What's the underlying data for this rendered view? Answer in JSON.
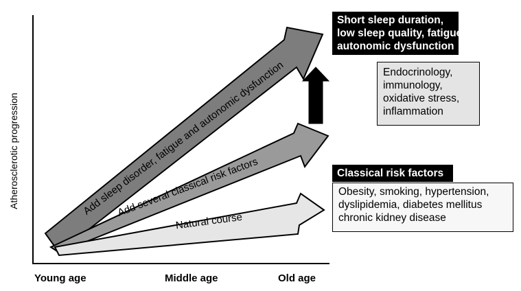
{
  "axes": {
    "y_label": "Atherosclerotic progression",
    "x_ticks": [
      "Young age",
      "Middle age",
      "Old age"
    ]
  },
  "arrows": [
    {
      "label": "Natural course",
      "fill": "#e6e6e6"
    },
    {
      "label": "Add several classical risk factors",
      "fill": "#9a9a9a"
    },
    {
      "label": "Add sleep disorder, fatigue and autonomic dysfunction",
      "fill": "#7d7d7d"
    }
  ],
  "boxes": {
    "sleep_header": [
      "Short sleep duration,",
      "low sleep quality, fatigue,",
      "autonomic dysfunction"
    ],
    "mechanisms": [
      "Endocrinology,",
      "immunology,",
      "oxidative stress,",
      "inflammation"
    ],
    "classical_header": [
      "Classical risk factors"
    ],
    "classical_list": [
      "Obesity, smoking, hypertension,",
      "dyslipidemia, diabetes mellitus",
      "chronic kidney disease"
    ]
  }
}
